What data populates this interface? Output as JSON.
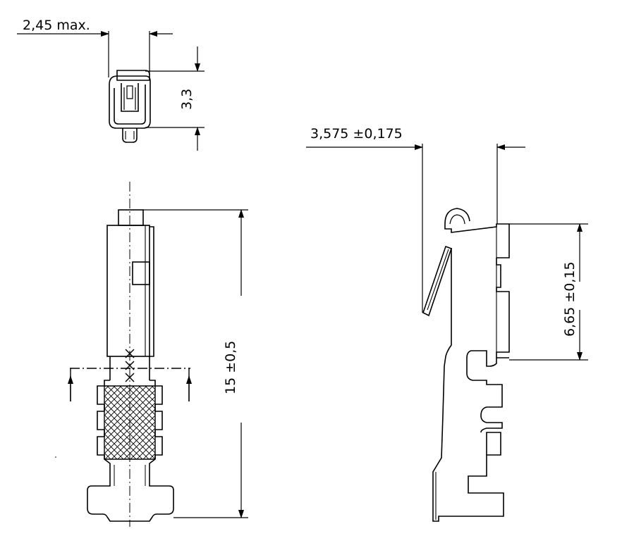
{
  "colors": {
    "line": "#000000",
    "background": "#ffffff",
    "hatch": "#000000"
  },
  "views": {
    "top": {
      "width_label": "2,45  max.",
      "height_label": "3,3"
    },
    "front": {
      "length_label": "15 ±0,5"
    },
    "side": {
      "width_label": "3,575 ±0,175",
      "height_label": "6,65 ±0,15"
    }
  }
}
